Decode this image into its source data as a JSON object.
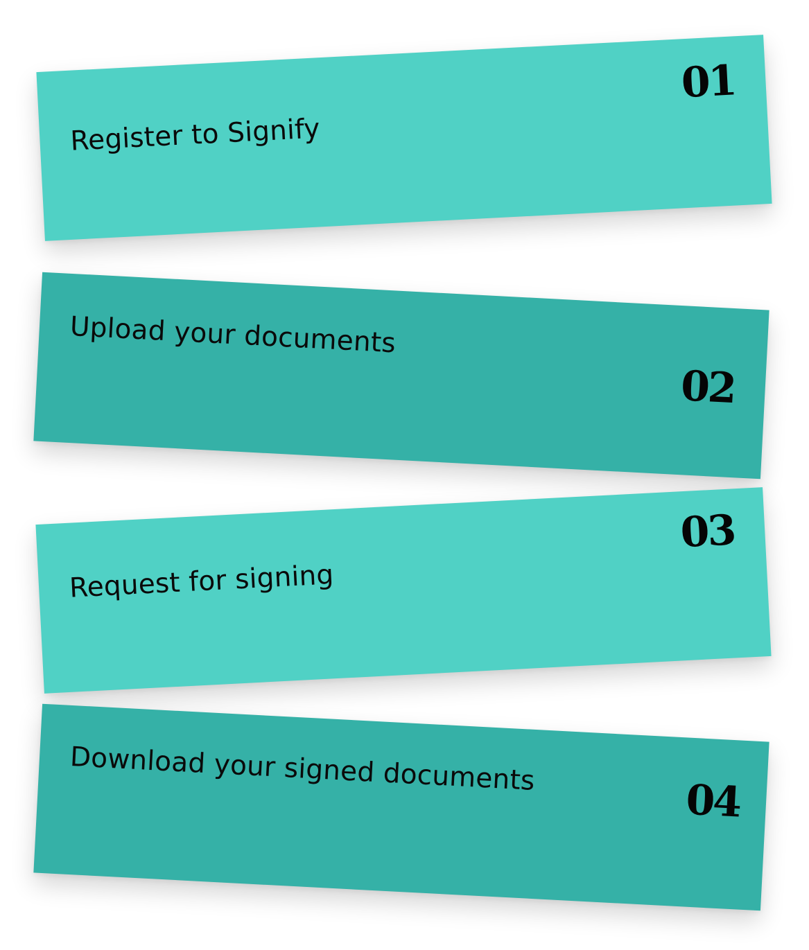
{
  "steps": [
    {
      "number": "01",
      "label": "Register to Signify",
      "color": "#50d1c5"
    },
    {
      "number": "02",
      "label": "Upload your documents",
      "color": "#35b1a7"
    },
    {
      "number": "03",
      "label": "Request for signing",
      "color": "#50d1c5"
    },
    {
      "number": "04",
      "label": "Download your signed documents",
      "color": "#35b1a7"
    }
  ]
}
